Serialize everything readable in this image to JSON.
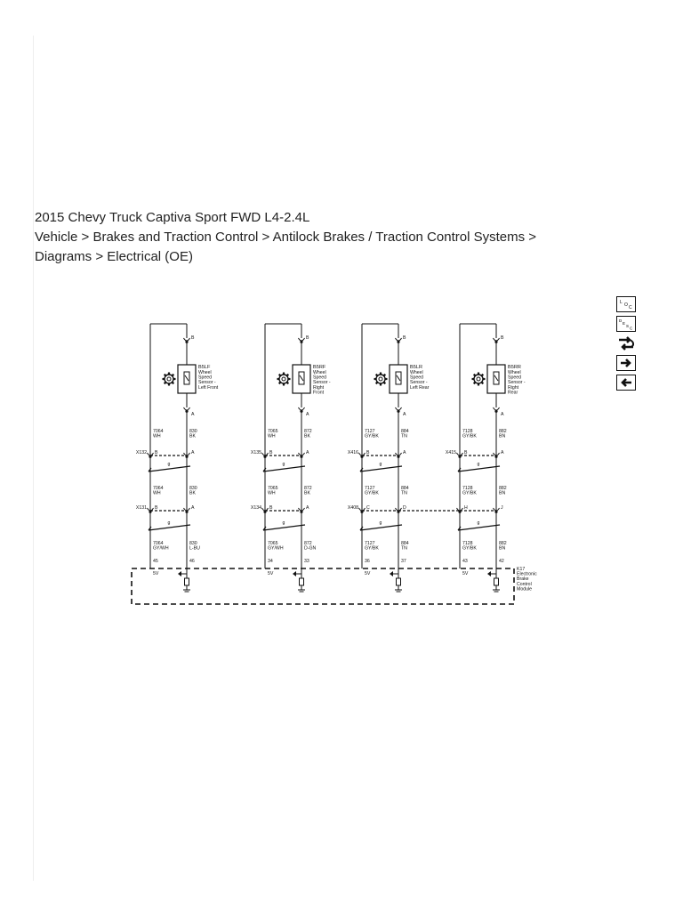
{
  "page": {
    "title": "2015 Chevy Truck Captiva Sport FWD L4-2.4L",
    "breadcrumb_line1": "Vehicle > Brakes and Traction Control > Antilock Brakes / Traction Control Systems >",
    "breadcrumb_line2": "Diagrams > Electrical (OE)"
  },
  "side_tools": [
    {
      "name": "locator-icon",
      "glyph": "LOC"
    },
    {
      "name": "description-icon",
      "glyph": "DESC"
    },
    {
      "name": "connector-icon",
      "glyph": "⇄"
    },
    {
      "name": "next-arrow-icon",
      "glyph": "🡆"
    },
    {
      "name": "previous-arrow-icon",
      "glyph": "🡄"
    }
  ],
  "diagram": {
    "module_label": [
      "K17",
      "Electronic",
      "Brake",
      "Control",
      "Module"
    ],
    "splice_label": "g",
    "columns": [
      {
        "id": "lf",
        "sensor_id": "B5LF",
        "sensor_label": [
          "Wheel",
          "Speed",
          "Sensor -",
          "Left Front"
        ],
        "pin_top": "B",
        "pin_bottom": "A",
        "left_wire": [
          [
            "7064",
            "WH"
          ],
          [
            "7064",
            "WH"
          ],
          [
            "7064",
            "GY/WH"
          ]
        ],
        "right_wire": [
          [
            "830",
            "BK"
          ],
          [
            "830",
            "BK"
          ],
          [
            "830",
            "L-BU"
          ]
        ],
        "connectors": [
          {
            "name": "X132",
            "left_pin": "B",
            "right_pin": "A"
          },
          {
            "name": "X131",
            "left_pin": "B",
            "right_pin": "A"
          }
        ],
        "module_pins": [
          "45",
          "46"
        ],
        "supply_label": "5V"
      },
      {
        "id": "rf",
        "sensor_id": "B5RF",
        "sensor_label": [
          "Wheel",
          "Speed",
          "Sensor -",
          "Right",
          "Front"
        ],
        "pin_top": "B",
        "pin_bottom": "A",
        "left_wire": [
          [
            "7065",
            "WH"
          ],
          [
            "7065",
            "WH"
          ],
          [
            "7065",
            "GY/WH"
          ]
        ],
        "right_wire": [
          [
            "872",
            "BK"
          ],
          [
            "872",
            "BK"
          ],
          [
            "872",
            "D-GN"
          ]
        ],
        "connectors": [
          {
            "name": "X135",
            "left_pin": "B",
            "right_pin": "A"
          },
          {
            "name": "X134",
            "left_pin": "B",
            "right_pin": "A"
          }
        ],
        "module_pins": [
          "34",
          "33"
        ],
        "supply_label": "5V"
      },
      {
        "id": "lr",
        "sensor_id": "B5LR",
        "sensor_label": [
          "Wheel",
          "Speed",
          "Sensor -",
          "Left Rear"
        ],
        "pin_top": "B",
        "pin_bottom": "A",
        "left_wire": [
          [
            "7127",
            "GY/BK"
          ],
          [
            "7127",
            "GY/BK"
          ],
          [
            "7127",
            "GY/BK"
          ]
        ],
        "right_wire": [
          [
            "884",
            "TN"
          ],
          [
            "884",
            "TN"
          ],
          [
            "884",
            "TN"
          ]
        ],
        "connectors": [
          {
            "name": "X416",
            "left_pin": "B",
            "right_pin": "A"
          },
          {
            "name": "X408",
            "left_pin": "C",
            "right_pin": "D"
          }
        ],
        "module_pins": [
          "36",
          "37"
        ],
        "supply_label": "5V"
      },
      {
        "id": "rr",
        "sensor_id": "B5RR",
        "sensor_label": [
          "Wheel",
          "Speed",
          "Sensor -",
          "Right",
          "Rear"
        ],
        "pin_top": "B",
        "pin_bottom": "A",
        "left_wire": [
          [
            "7128",
            "GY/BK"
          ],
          [
            "7128",
            "GY/BK"
          ],
          [
            "7128",
            "GY/BK"
          ]
        ],
        "right_wire": [
          [
            "882",
            "BN"
          ],
          [
            "882",
            "BN"
          ],
          [
            "882",
            "BN"
          ]
        ],
        "connectors": [
          {
            "name": "X415",
            "left_pin": "B",
            "right_pin": "A"
          },
          {
            "name": "",
            "left_pin": "H",
            "right_pin": "J"
          }
        ],
        "module_pins": [
          "43",
          "42"
        ],
        "supply_label": "5V"
      }
    ]
  }
}
